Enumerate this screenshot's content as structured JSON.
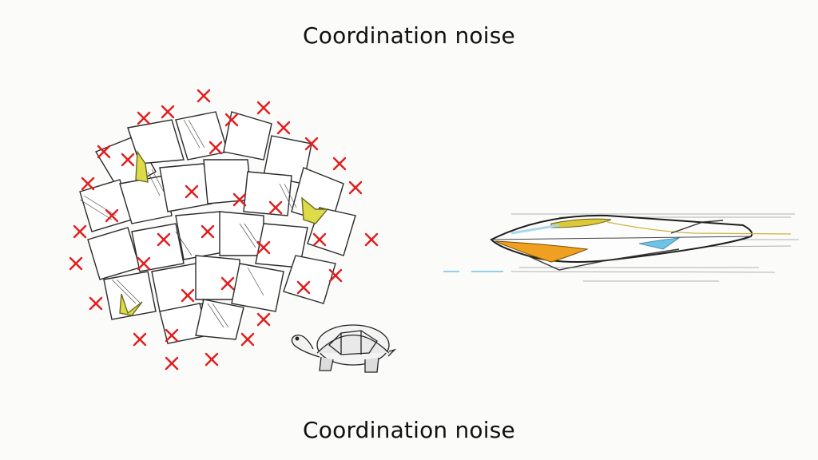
{
  "captions": {
    "top": "Coordination noise",
    "bottom": "Coordination noise"
  },
  "illustration": {
    "left": {
      "subject": "tangled-paper-cluster",
      "marks": "red-x-marks",
      "companion": "tortoise-icon"
    },
    "right": {
      "subject": "speeding-bullet-train-sketch"
    }
  },
  "colors": {
    "background": "#fbfbfa",
    "ink": "#222222",
    "red_x": "#e31c1c",
    "highlight_yellow": "#d9d43a",
    "orange": "#f0a020",
    "accent_blue": "#6ec3e6"
  }
}
